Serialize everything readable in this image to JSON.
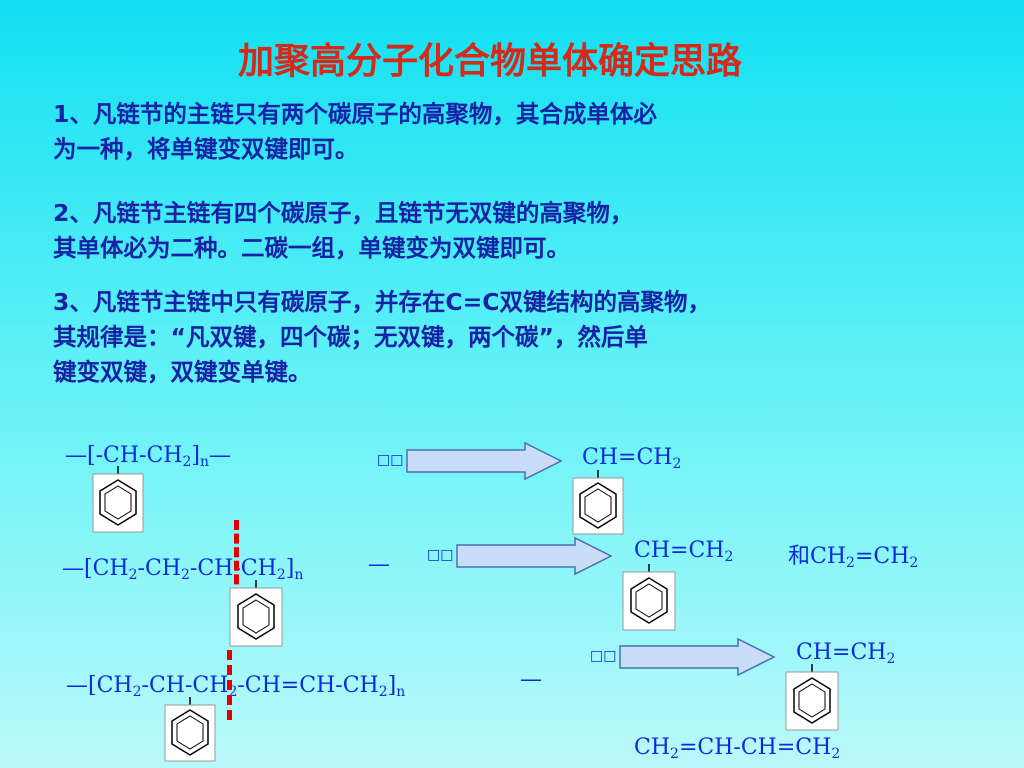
{
  "title": "加聚高分子化合物单体确定思路",
  "paragraphs": [
    {
      "lines": [
        "1、凡链节的主链只有两个碳原子的高聚物，其合成单体必",
        "为一种，将单键变双键即可。"
      ]
    },
    {
      "lines": [
        "2、凡链节主链有四个碳原子，且链节无双键的高聚物，",
        "其单体必为二种。二碳一组，单键变为双键即可。"
      ]
    },
    {
      "lines": [
        "3、凡链节主链中只有碳原子，并存在C=C双键结构的高聚物，",
        "其规律是：“凡双键，四个碳；无双键，两个碳”，然后单",
        "键变双键，双键变单键。"
      ]
    }
  ],
  "examples": {
    "ex1": {
      "polymer": {
        "open": "—[-CH-CH",
        "sub1": "2",
        "close": "]",
        "n": "n",
        "tail": "—"
      },
      "arrow_label": "□□",
      "monomer": {
        "main": "CH=CH",
        "sub": "2"
      }
    },
    "ex2": {
      "polymer": {
        "open": "—[CH",
        "s1": "2",
        "p2": "-CH",
        "s2": "2",
        "p3": "-CH-CH",
        "s3": "2",
        "close": "]",
        "n": "n",
        "tail": "—"
      },
      "arrow_label": "□□",
      "monomer1": {
        "main": "CH=CH",
        "sub": "2"
      },
      "and": "和",
      "monomer2": {
        "a": "CH",
        "s1": "2",
        "b": "=CH",
        "s2": "2"
      }
    },
    "ex3": {
      "polymer": {
        "open": "—[CH",
        "s1": "2",
        "p2": "-CH-CH",
        "s2": "2",
        "p3": "-CH=CH-CH",
        "s3": "2",
        "close": "]",
        "n": "n",
        "tail": "—"
      },
      "arrow_label": "□□",
      "monomer1": {
        "main": "CH=CH",
        "sub": "2"
      },
      "monomer2": {
        "a": "CH",
        "s1": "2",
        "b": "=CH-CH=CH",
        "s2": "2"
      }
    }
  },
  "colors": {
    "title": "#d42a1a",
    "text": "#1622a6",
    "formula": "#0a2bd8",
    "dash": "#e00000",
    "arrow_fill": "#c9dcf8"
  }
}
